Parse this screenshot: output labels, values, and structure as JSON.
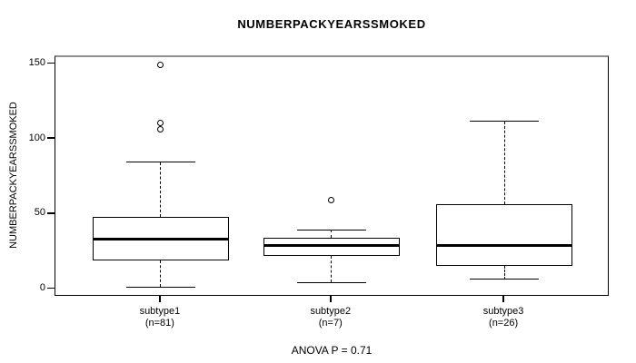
{
  "colors": {
    "background": "#ffffff",
    "line": "#000000",
    "frame_top": "#8e8e8e"
  },
  "chart_data": {
    "type": "boxplot",
    "title": "NUMBERPACKYEARSSMOKED",
    "ylabel": "NUMBERPACKYEARSSMOKED",
    "xlabel": "",
    "annotation": "ANOVA P = 0.71",
    "grid": "off",
    "legend": "none",
    "y_ticks": [
      0,
      50,
      100,
      150
    ],
    "ylim": [
      -5,
      155
    ],
    "groups": [
      {
        "label": "subtype1",
        "sublabel": "(n=81)",
        "n": 81,
        "whisker_low": 2,
        "q1": 20,
        "median": 34,
        "q3": 49,
        "whisker_high": 85,
        "outliers": [
          107,
          111,
          150
        ]
      },
      {
        "label": "subtype2",
        "sublabel": "(n=7)",
        "n": 7,
        "whisker_low": 5,
        "q1": 23,
        "median": 30,
        "q3": 35,
        "whisker_high": 40,
        "outliers": [
          60
        ]
      },
      {
        "label": "subtype3",
        "sublabel": "(n=26)",
        "n": 26,
        "whisker_low": 7,
        "q1": 16,
        "median": 30,
        "q3": 57,
        "whisker_high": 112,
        "outliers": []
      }
    ]
  }
}
